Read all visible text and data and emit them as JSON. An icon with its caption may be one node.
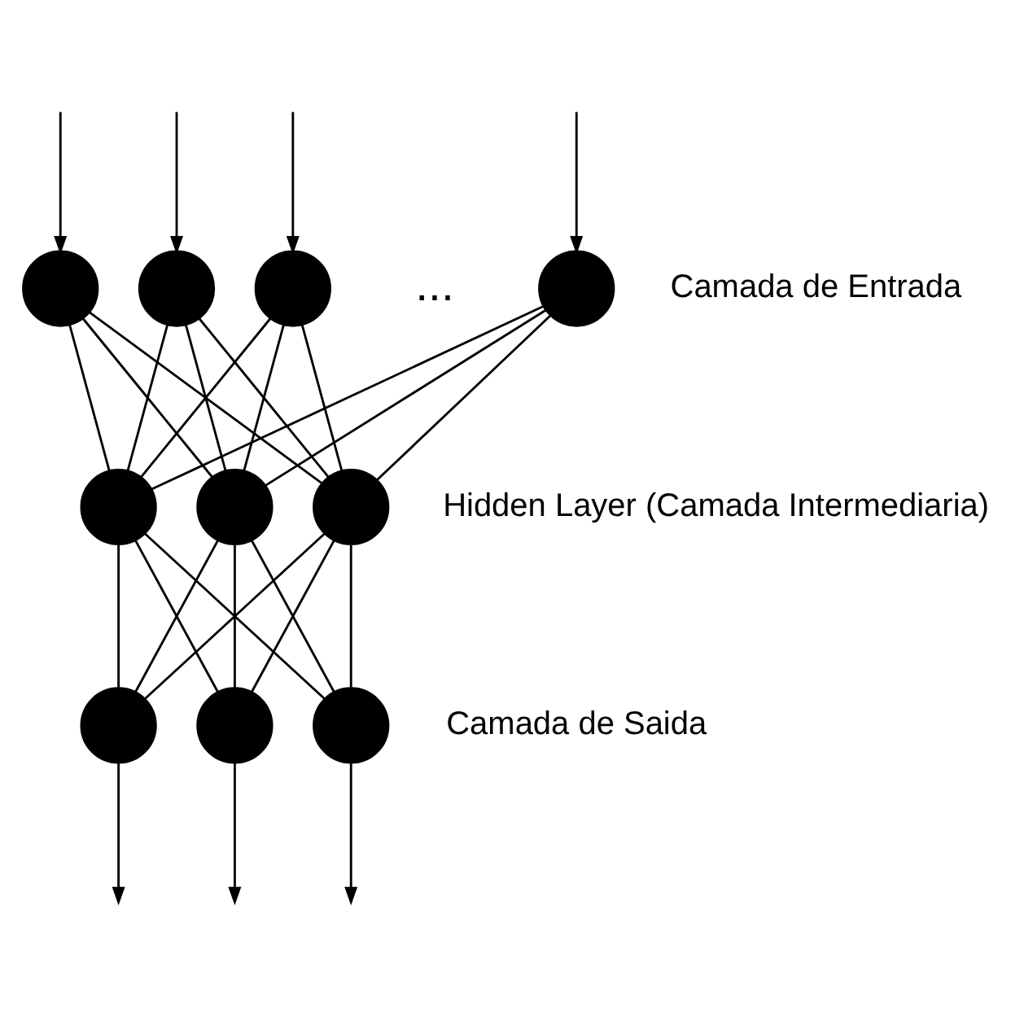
{
  "diagram": {
    "nodes": [
      {
        "text": [],
        "shape": "circle"
      },
      {
        "text": [],
        "shape": "circle"
      },
      {
        "text": [],
        "shape": "circle"
      },
      {
        "text": [],
        "shape": "circle"
      },
      {
        "text": [],
        "shape": "circle"
      },
      {
        "text": [],
        "shape": "circle"
      },
      {
        "text": [],
        "shape": "circle"
      },
      {
        "text": [],
        "shape": "circle"
      },
      {
        "text": [],
        "shape": "circle"
      },
      {
        "text": [],
        "shape": "circle"
      }
    ],
    "edges": [
      {
        "from": null,
        "to": 0,
        "arrow": "to"
      },
      {
        "from": null,
        "to": 1,
        "arrow": "to"
      },
      {
        "from": null,
        "to": 2,
        "arrow": "to"
      },
      {
        "from": null,
        "to": 3,
        "arrow": "to"
      },
      {
        "from": 0,
        "to": 4,
        "arrow": "none"
      },
      {
        "from": 0,
        "to": 5,
        "arrow": "none"
      },
      {
        "from": 0,
        "to": 6,
        "arrow": "none"
      },
      {
        "from": 1,
        "to": 4,
        "arrow": "none"
      },
      {
        "from": 1,
        "to": 5,
        "arrow": "none"
      },
      {
        "from": 1,
        "to": 6,
        "arrow": "none"
      },
      {
        "from": 2,
        "to": 4,
        "arrow": "none"
      },
      {
        "from": 2,
        "to": 5,
        "arrow": "none"
      },
      {
        "from": 2,
        "to": 6,
        "arrow": "none"
      },
      {
        "from": 3,
        "to": 4,
        "arrow": "none"
      },
      {
        "from": 3,
        "to": 5,
        "arrow": "none"
      },
      {
        "from": 3,
        "to": 6,
        "arrow": "none"
      },
      {
        "from": 4,
        "to": 7,
        "arrow": "none"
      },
      {
        "from": 4,
        "to": 8,
        "arrow": "none"
      },
      {
        "from": 4,
        "to": 9,
        "arrow": "none"
      },
      {
        "from": 5,
        "to": 7,
        "arrow": "none"
      },
      {
        "from": 5,
        "to": 8,
        "arrow": "none"
      },
      {
        "from": 5,
        "to": 9,
        "arrow": "none"
      },
      {
        "from": 6,
        "to": 7,
        "arrow": "none"
      },
      {
        "from": 6,
        "to": 8,
        "arrow": "none"
      },
      {
        "from": 6,
        "to": 9,
        "arrow": "none"
      },
      {
        "from": 7,
        "to": null,
        "arrow": "to"
      },
      {
        "from": 8,
        "to": null,
        "arrow": "to"
      },
      {
        "from": 9,
        "to": null,
        "arrow": "to"
      }
    ],
    "labels": [
      "...",
      "Camada de Entrada",
      "Hidden Layer (Camada Intermediaria)",
      "Camada de Saida"
    ]
  }
}
